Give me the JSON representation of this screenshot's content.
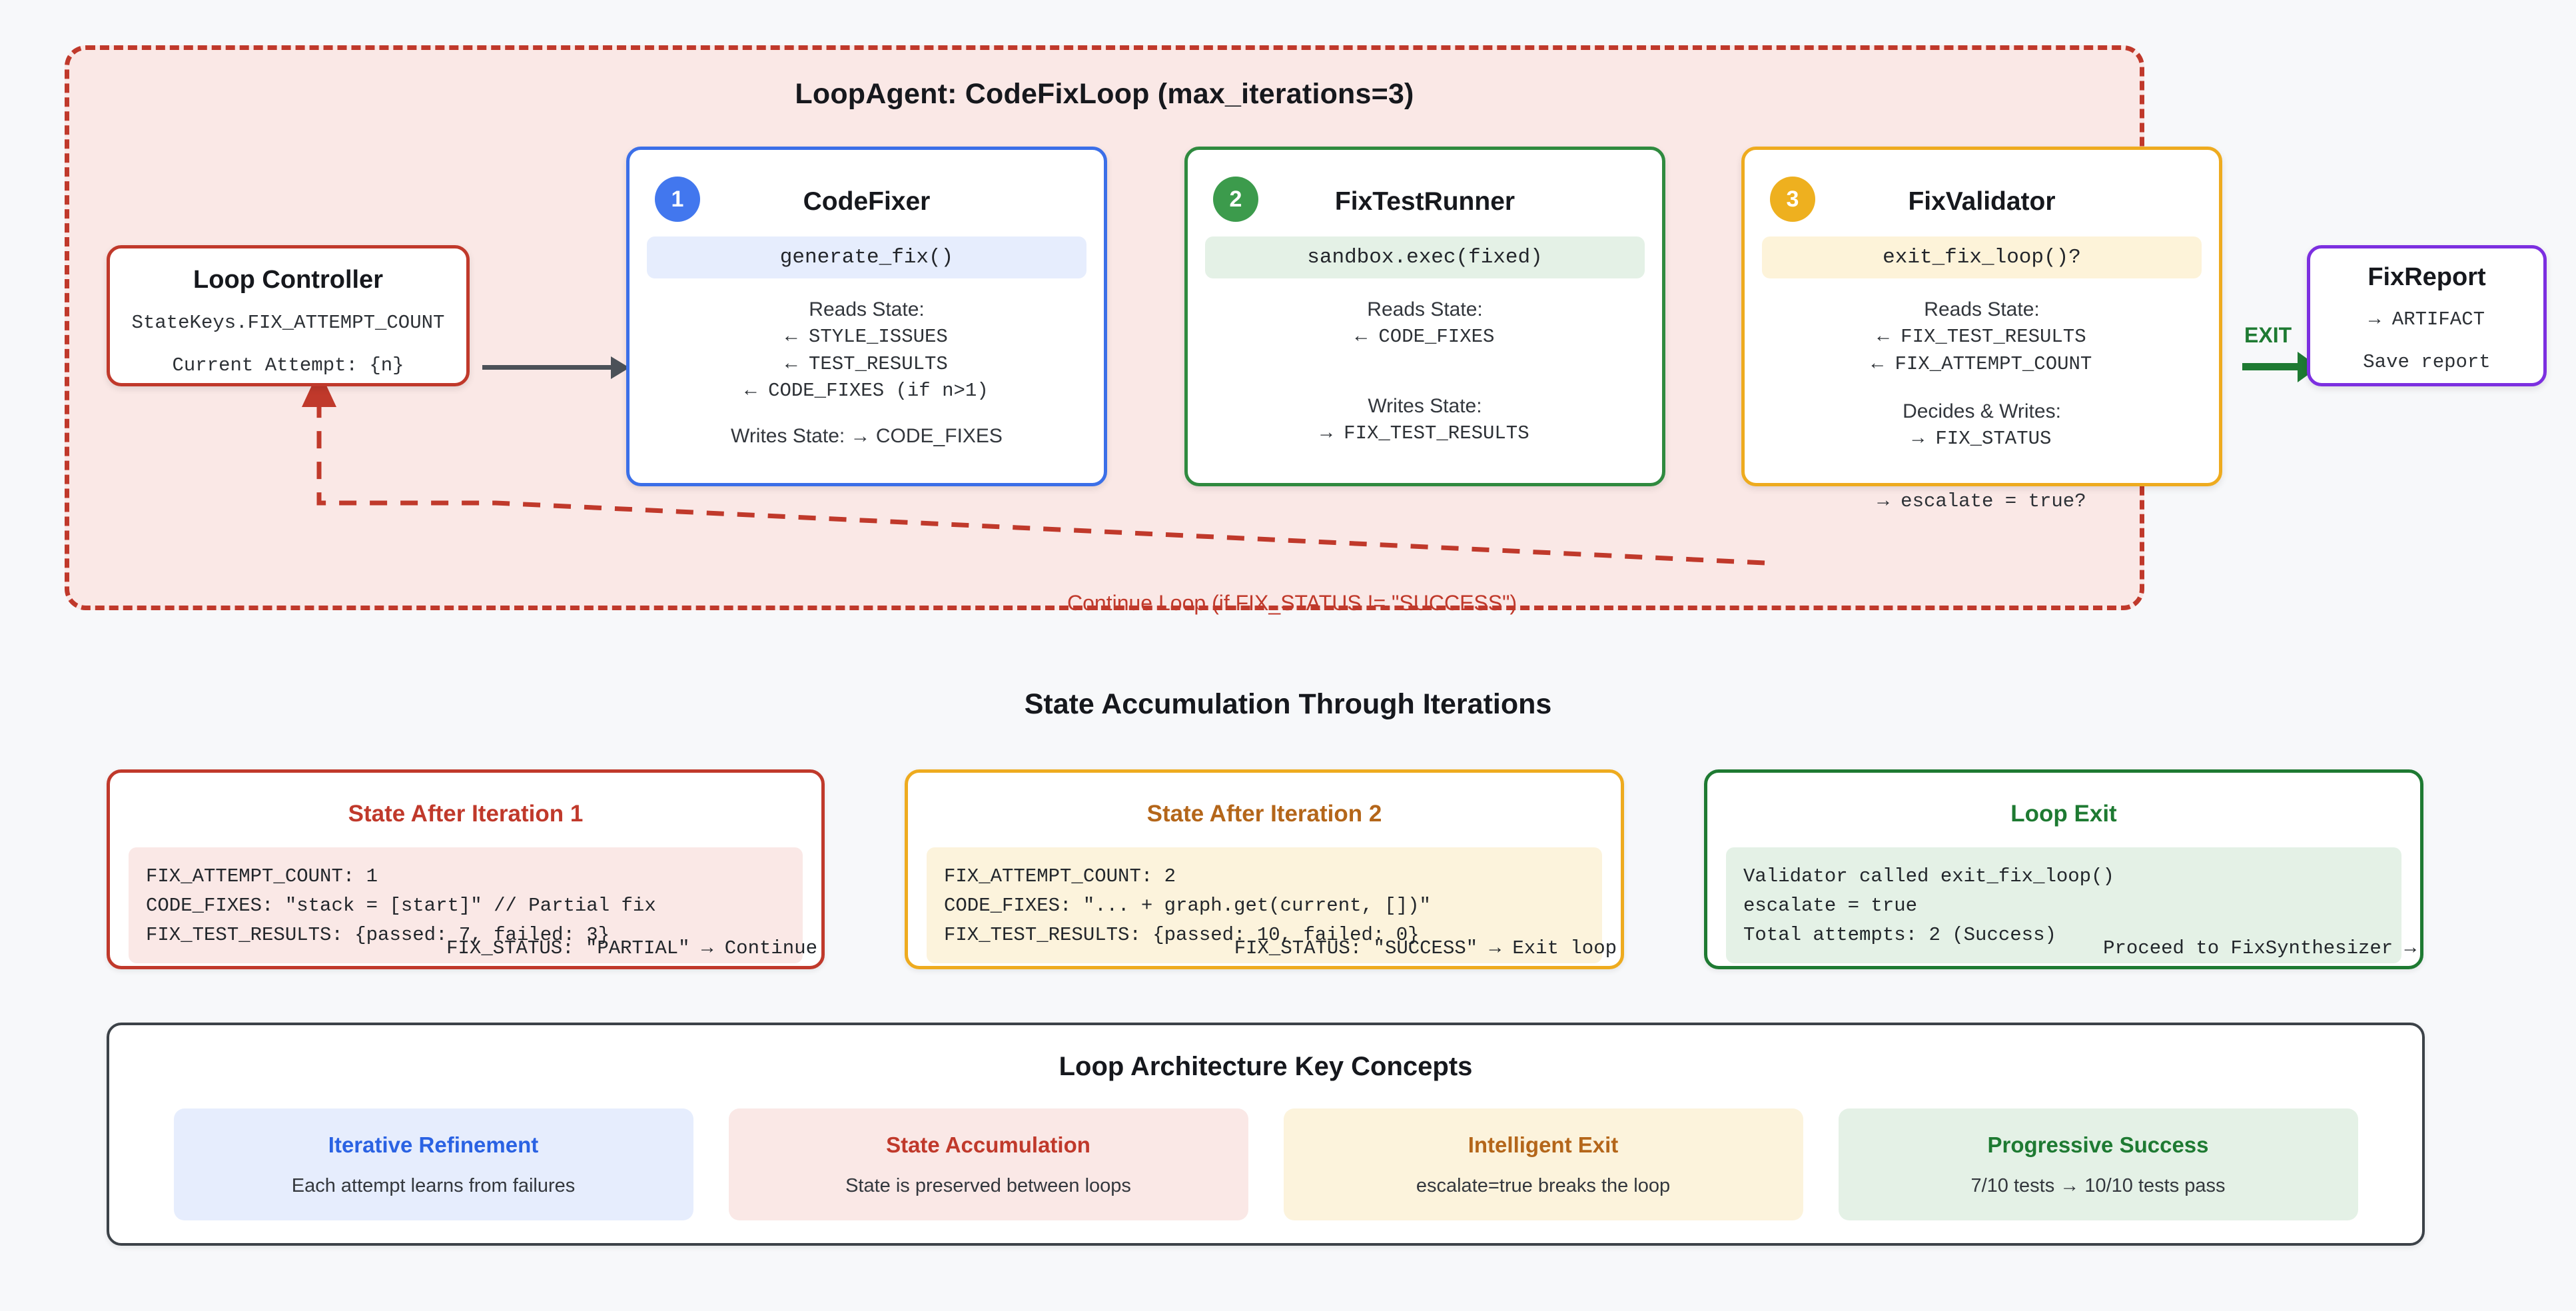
{
  "loop": {
    "title": "LoopAgent: CodeFixLoop (max_iterations=3)",
    "back_edge_label": "Continue Loop (if FIX_STATUS != \"SUCCESS\")",
    "exit_label": "EXIT",
    "border_color": "#c0392b",
    "fill_color": "#fae8e6"
  },
  "controller": {
    "title": "Loop Controller",
    "line1": "StateKeys.FIX_ATTEMPT_COUNT",
    "line2": "Current Attempt: {n}",
    "accent": "#c0392b"
  },
  "steps": [
    {
      "badge": "1",
      "title": "CodeFixer",
      "chip": "generate_fix()",
      "reads_label": "Reads State:",
      "reads": [
        "← STYLE_ISSUES",
        "← TEST_RESULTS",
        "← CODE_FIXES (if n>1)"
      ],
      "writes_label": "Writes State: → CODE_FIXES",
      "writes": [],
      "overflow": "",
      "accent": "#3b6fe8",
      "chip_bg": "#e6edfd"
    },
    {
      "badge": "2",
      "title": "FixTestRunner",
      "chip": "sandbox.exec(fixed)",
      "reads_label": "Reads State:",
      "reads": [
        "← CODE_FIXES"
      ],
      "writes_label": "Writes State:",
      "writes": [
        "→ FIX_TEST_RESULTS"
      ],
      "overflow": "",
      "accent": "#2f8a3f",
      "chip_bg": "#e4f1e6"
    },
    {
      "badge": "3",
      "title": "FixValidator",
      "chip": "exit_fix_loop()?",
      "reads_label": "Reads State:",
      "reads": [
        "← FIX_TEST_RESULTS",
        "← FIX_ATTEMPT_COUNT"
      ],
      "writes_label": "Decides & Writes:",
      "writes": [
        "→ FIX_STATUS"
      ],
      "overflow": "→ escalate = true?",
      "accent": "#eeab1f",
      "chip_bg": "#fdf3d9"
    }
  ],
  "report": {
    "title": "FixReport",
    "line1": "→ ARTIFACT",
    "line2": "Save report",
    "accent": "#7c2fe0"
  },
  "state_section": {
    "heading": "State Accumulation Through Iterations",
    "cards": [
      {
        "title": "State After Iteration 1",
        "lines": [
          "FIX_ATTEMPT_COUNT: 1",
          "CODE_FIXES: \"stack = [start]\" // Partial fix",
          "FIX_TEST_RESULTS: {passed: 7, failed: 3}"
        ],
        "footer": "FIX_STATUS: \"PARTIAL\" → Continue",
        "accent": "#c0392b"
      },
      {
        "title": "State After Iteration 2",
        "lines": [
          "FIX_ATTEMPT_COUNT: 2",
          "CODE_FIXES: \"... + graph.get(current, [])\"",
          "FIX_TEST_RESULTS: {passed: 10, failed: 0}"
        ],
        "footer": "FIX_STATUS: \"SUCCESS\" → Exit loop",
        "accent": "#eeab1f"
      },
      {
        "title": "Loop Exit",
        "lines": [
          "Validator called exit_fix_loop()",
          "escalate = true",
          "Total attempts: 2 (Success)"
        ],
        "footer": "Proceed to FixSynthesizer →",
        "accent": "#1e7a32"
      }
    ]
  },
  "concepts_section": {
    "heading": "Loop Architecture Key Concepts",
    "items": [
      {
        "title": "Iterative Refinement",
        "desc": "Each attempt learns from failures",
        "color": "#2a62e3"
      },
      {
        "title": "State Accumulation",
        "desc": "State is preserved between loops",
        "color": "#c0392b"
      },
      {
        "title": "Intelligent Exit",
        "desc": "escalate=true breaks the loop",
        "color": "#b4661a"
      },
      {
        "title": "Progressive Success",
        "desc": "7/10 tests → 10/10 tests pass",
        "color": "#1e7a32"
      }
    ]
  }
}
